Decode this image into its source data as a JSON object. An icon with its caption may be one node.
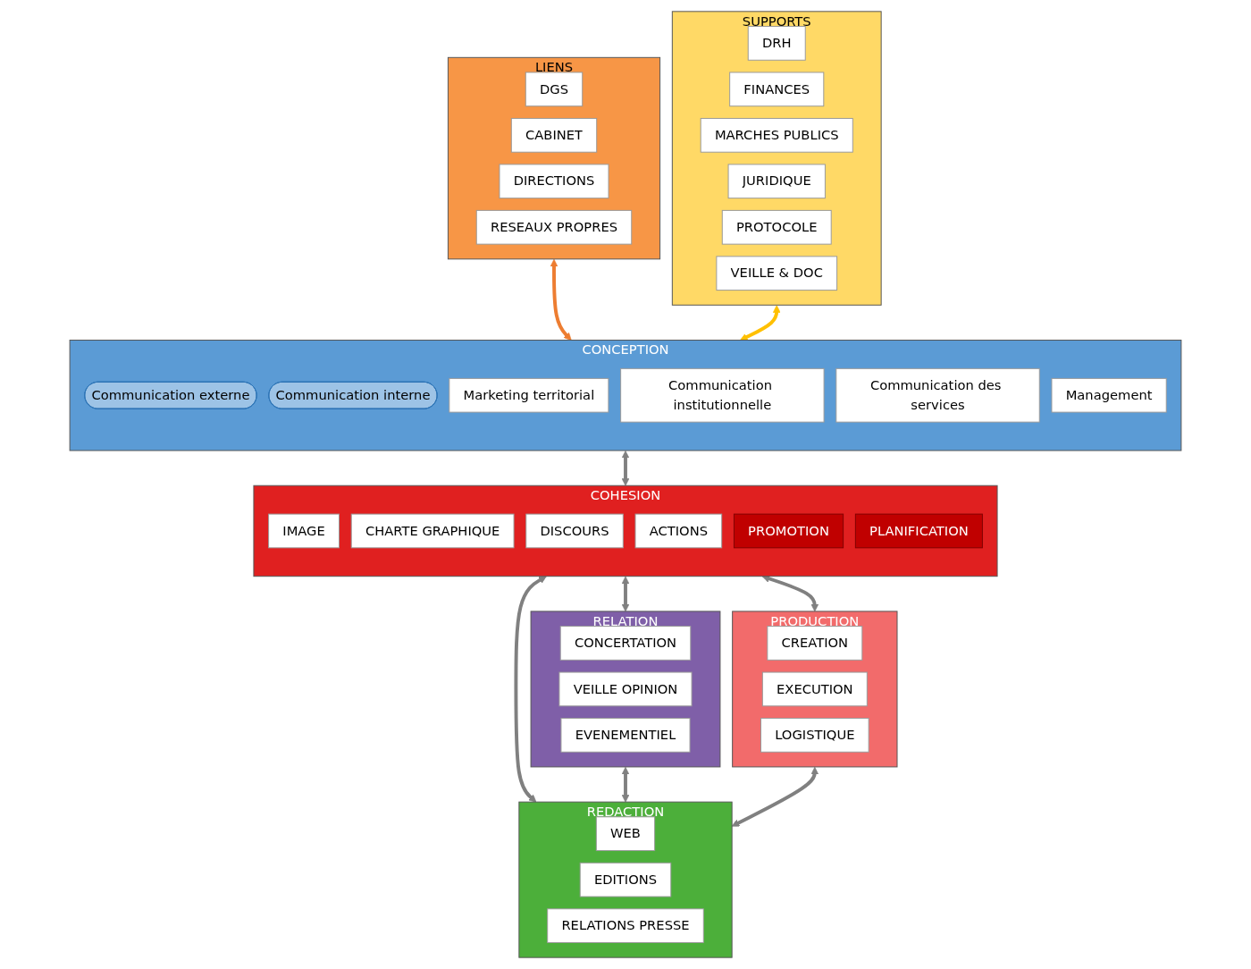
{
  "diagram": {
    "nodes": [
      {
        "text": [
          "CONCEPTION"
        ]
      },
      {
        "text": [
          "Communication externe"
        ],
        "in": 0
      },
      {
        "text": [
          "Communication interne"
        ],
        "in": 0
      },
      {
        "text": [
          "Marketing territorial"
        ],
        "in": 0
      },
      {
        "text": [
          "Communication institutionnelle"
        ],
        "in": 0
      },
      {
        "text": [
          "Communication des services"
        ],
        "in": 0
      },
      {
        "text": [
          "Management"
        ],
        "in": 0
      },
      {
        "text": [
          "LIENS"
        ]
      },
      {
        "text": [
          "DGS"
        ],
        "in": 7
      },
      {
        "text": [
          "CABINET"
        ],
        "in": 7
      },
      {
        "text": [
          "DIRECTIONS"
        ],
        "in": 7
      },
      {
        "text": [
          "RESEAUX PROPRES"
        ],
        "in": 7
      },
      {
        "text": [
          "SUPPORTS"
        ]
      },
      {
        "text": [
          "DRH"
        ],
        "in": 12
      },
      {
        "text": [
          "FINANCES"
        ],
        "in": 12
      },
      {
        "text": [
          "MARCHES PUBLICS"
        ],
        "in": 12
      },
      {
        "text": [
          "JURIDIQUE"
        ],
        "in": 12
      },
      {
        "text": [
          "PROTOCOLE"
        ],
        "in": 12
      },
      {
        "text": [
          "VEILLE & DOC"
        ],
        "in": 12
      },
      {
        "text": [
          "COHESION"
        ]
      },
      {
        "text": [
          "IMAGE"
        ],
        "in": 19
      },
      {
        "text": [
          "CHARTE GRAPHIQUE"
        ],
        "in": 19
      },
      {
        "text": [
          "DISCOURS"
        ],
        "in": 19
      },
      {
        "text": [
          "ACTIONS"
        ],
        "in": 19
      },
      {
        "text": [
          "PROMOTION"
        ],
        "in": 19
      },
      {
        "text": [
          "PLANIFICATION"
        ],
        "in": 19
      },
      {
        "text": [
          "RELATION"
        ]
      },
      {
        "text": [
          "CONCERTATION"
        ],
        "in": 26
      },
      {
        "text": [
          "VEILLE OPINION"
        ],
        "in": 26
      },
      {
        "text": [
          "EVENEMENTIEL"
        ],
        "in": 26
      },
      {
        "text": [
          "PRODUCTION"
        ]
      },
      {
        "text": [
          "CREATION"
        ],
        "in": 30
      },
      {
        "text": [
          "EXECUTION"
        ],
        "in": 30
      },
      {
        "text": [
          "LOGISTIQUE"
        ],
        "in": 30
      },
      {
        "text": [
          "REDACTION"
        ]
      },
      {
        "text": [
          "WEB"
        ],
        "in": 34
      },
      {
        "text": [
          "EDITIONS"
        ],
        "in": 34
      },
      {
        "text": [
          "RELATIONS PRESSE"
        ],
        "in": 34
      }
    ],
    "edges": [
      {
        "from": 7,
        "to": 0,
        "arrow": "both",
        "color": "#ed7d31"
      },
      {
        "from": 0,
        "to": 19,
        "arrow": "both"
      },
      {
        "from": 12,
        "to": 0,
        "arrow": "both",
        "color": "#ffc000"
      },
      {
        "from": 19,
        "to": 26,
        "arrow": "both"
      },
      {
        "from": 19,
        "to": 30,
        "arrow": "both"
      },
      {
        "from": 19,
        "to": 34,
        "arrow": "both"
      },
      {
        "from": 26,
        "to": 34,
        "arrow": "both"
      },
      {
        "from": 30,
        "to": 34,
        "arrow": "both"
      }
    ]
  }
}
